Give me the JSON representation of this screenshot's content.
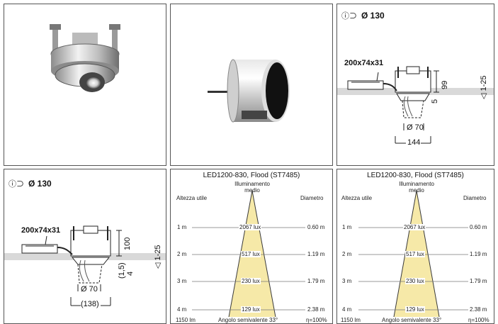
{
  "products": {
    "photo_alt": "recessed adjustable spotlight",
    "body_alt": "cylindrical housing"
  },
  "drawing_a": {
    "header_icon": "ceiling-cutout-icon",
    "header": "Ø 130",
    "driver": "200x74x31",
    "height": "99",
    "offset": "5",
    "ceiling": "◁ 1-25",
    "diameter": "Ø 70",
    "width": "144"
  },
  "drawing_b": {
    "header_icon": "ceiling-cutout-icon",
    "header": "Ø 130",
    "driver": "200x74x31",
    "height": "100",
    "offset": "(1,5)",
    "extra": "4",
    "ceiling": "◁ 1-25",
    "diameter": "Ø 70",
    "width": "(138)"
  },
  "photometry": [
    {
      "title": "LED1200-830, Flood (ST7485)",
      "col_height": "Altezza utile",
      "col_illum": "Illuminamento\nmedio",
      "col_diam": "Diametro",
      "rows": [
        {
          "h": "1 m",
          "lux": "2067 lux",
          "d": "0.60 m"
        },
        {
          "h": "2 m",
          "lux": "517 lux",
          "d": "1.19 m"
        },
        {
          "h": "3 m",
          "lux": "230 lux",
          "d": "1.79 m"
        },
        {
          "h": "4 m",
          "lux": "129 lux",
          "d": "2.38 m"
        }
      ],
      "footer_lm": "1150 lm",
      "footer_angle": "Angolo semivalente 33°",
      "footer_eta": "η=100%"
    },
    {
      "title": "LED1200-830, Flood (ST7485)",
      "col_height": "Altezza utile",
      "col_illum": "Illuminamento\nmedio",
      "col_diam": "Diametro",
      "rows": [
        {
          "h": "1 m",
          "lux": "2067 lux",
          "d": "0.60 m"
        },
        {
          "h": "2 m",
          "lux": "517 lux",
          "d": "1.19 m"
        },
        {
          "h": "3 m",
          "lux": "230 lux",
          "d": "1.79 m"
        },
        {
          "h": "4 m",
          "lux": "129 lux",
          "d": "2.38 m"
        }
      ],
      "footer_lm": "1150 lm",
      "footer_angle": "Angolo semivalente 33°",
      "footer_eta": "η=100%"
    }
  ],
  "colors": {
    "cone": "#f6e9a8",
    "cone_edge": "#3a3a3a",
    "ceiling_band": "#d9d9d9"
  }
}
